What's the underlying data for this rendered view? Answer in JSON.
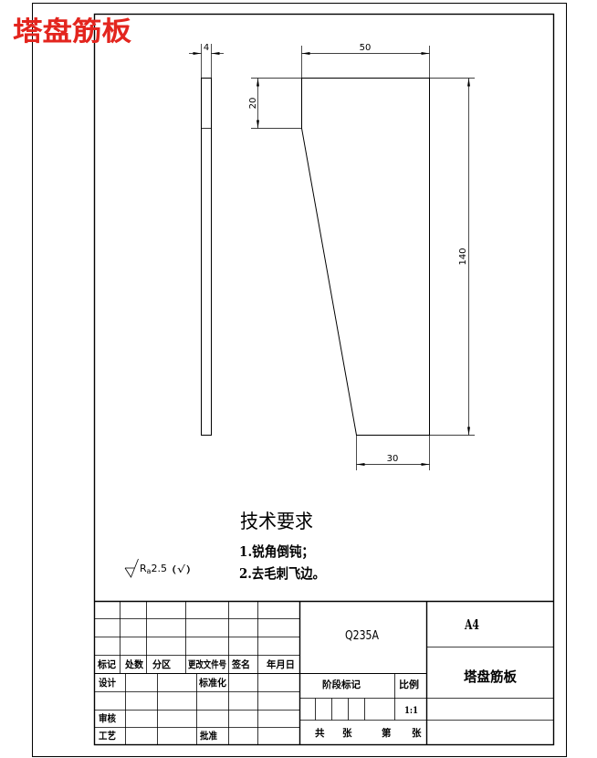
{
  "drawing_title": "塔盘筋板",
  "dimensions": {
    "thickness": "4",
    "top_width": "50",
    "top_height": "20",
    "overall_height": "140",
    "bottom_width": "30"
  },
  "technical_requirements": {
    "heading": "技术要求",
    "item_1": "1.锐角倒钝；",
    "item_2": "2.去毛刺飞边。"
  },
  "surface_roughness": {
    "parameter": "R",
    "parameter_subscript": "a",
    "value": "2.5",
    "other_surfaces": "(√)"
  },
  "title_block": {
    "col_mark": "标记",
    "col_count": "处数",
    "col_zone": "分区",
    "col_change_doc": "更改文件号",
    "col_signature": "签名",
    "col_date": "年月日",
    "designer_label": "设计",
    "standardization_label": "标准化",
    "reviewer_label": "审核",
    "process_label": "工艺",
    "approval_label": "批准",
    "material": "Q235A",
    "stage_mark_label": "阶段标记",
    "scale_label": "比例",
    "scale": "1:1",
    "sheets_total_prefix": "共",
    "sheets_total_suffix": "张",
    "sheet_no_prefix": "第",
    "sheet_no_suffix": "张",
    "paper_size": "A4",
    "part_name": "塔盘筋板"
  },
  "colors": {
    "title": "#e3251e",
    "lines": "#000000",
    "background": "#ffffff"
  }
}
